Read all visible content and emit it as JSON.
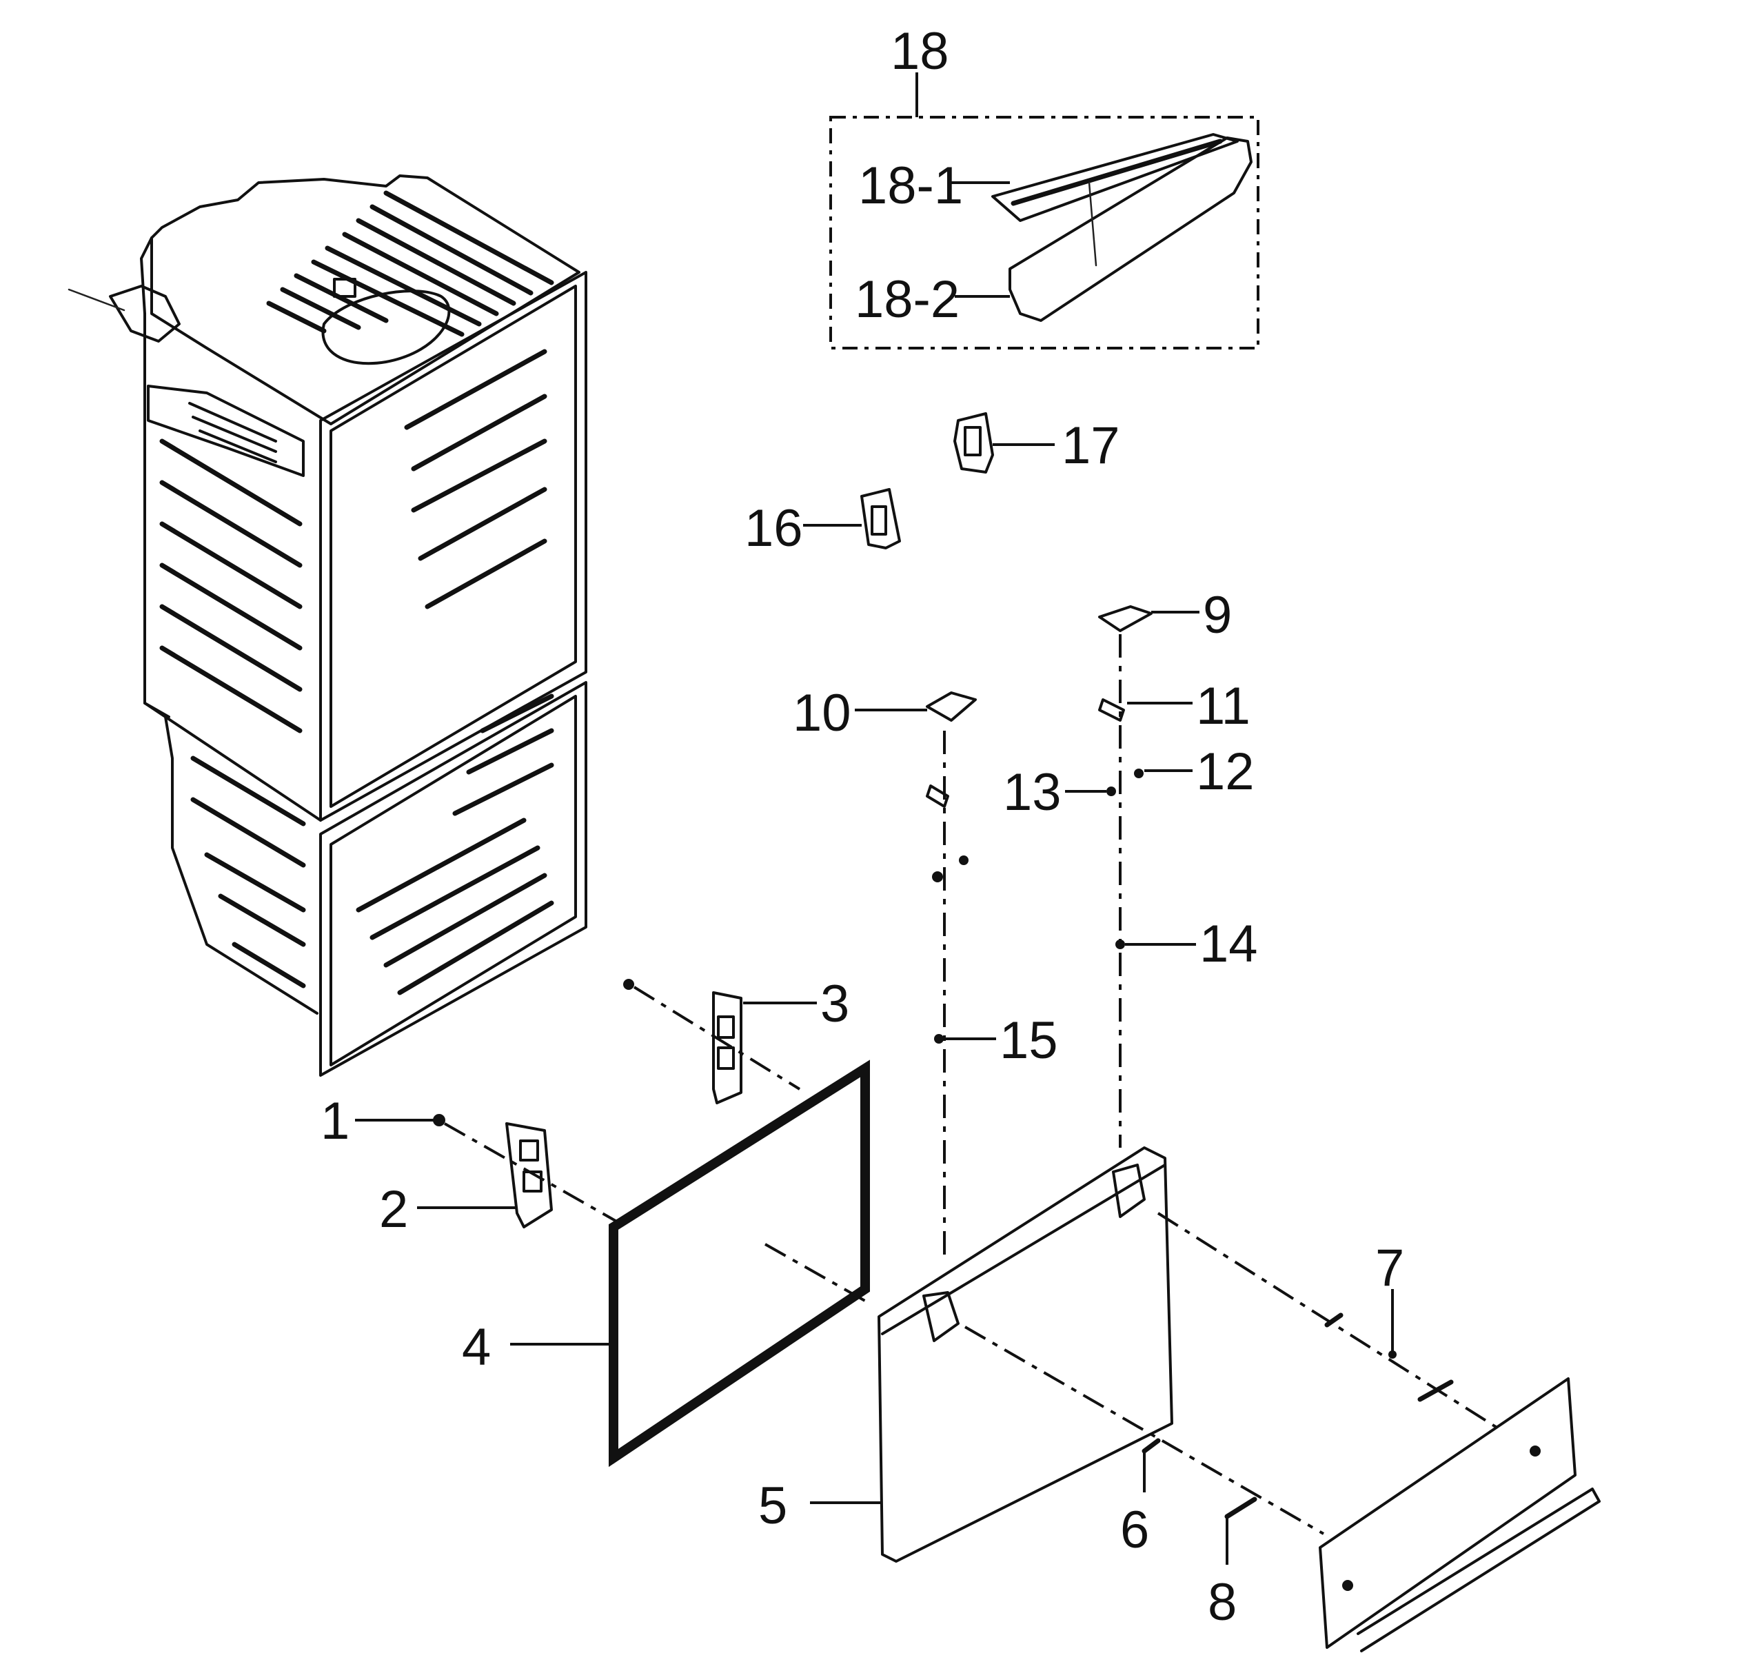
{
  "diagram": {
    "callouts": [
      "18",
      "18-1",
      "18-2",
      "17",
      "16",
      "9",
      "10",
      "11",
      "12",
      "13",
      "14",
      "15",
      "3",
      "1",
      "2",
      "4",
      "5",
      "6",
      "7",
      "8"
    ],
    "parts": [
      {
        "id": "cabinet",
        "icon": "refrigerator-cabinet-icon"
      },
      {
        "id": "door",
        "icon": "door-panel-icon"
      },
      {
        "id": "gasket",
        "icon": "door-gasket-icon"
      },
      {
        "id": "hinge",
        "icon": "hinge-bracket-icon"
      },
      {
        "id": "handle",
        "icon": "drawer-handle-icon"
      },
      {
        "id": "cover",
        "icon": "hinge-cover-icon"
      },
      {
        "id": "cam",
        "icon": "cam-clip-icon"
      }
    ]
  }
}
